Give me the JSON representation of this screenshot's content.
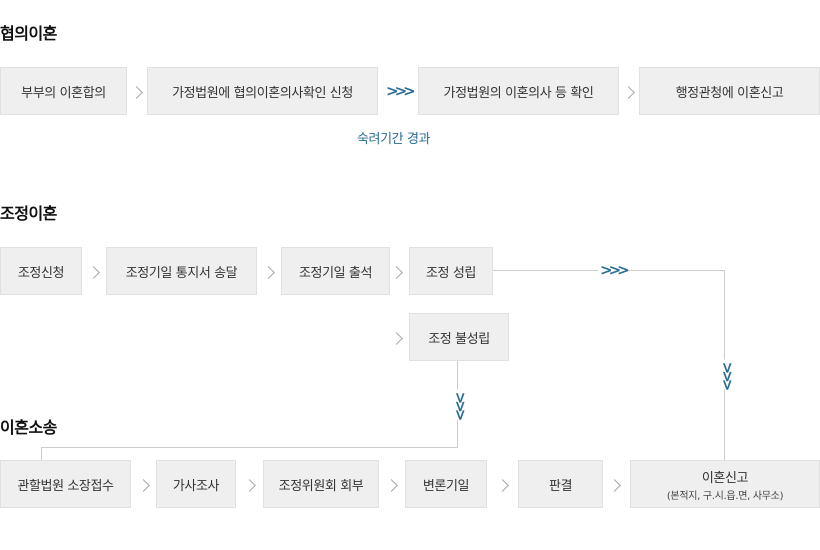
{
  "sections": {
    "agreement": {
      "title": "협의이혼",
      "steps": [
        "부부의 이혼합의",
        "가정법원에 협의이혼의사확인 신청",
        "가정법원의 이혼의사 등 확인",
        "행정관청에 이혼신고"
      ],
      "note": "숙려기간 경과"
    },
    "mediation": {
      "title": "조정이혼",
      "steps": [
        "조정신청",
        "조정기일 통지서 송달",
        "조정기일 출석",
        "조정 성립"
      ],
      "failure": "조정 불성립"
    },
    "litigation": {
      "title": "이혼소송",
      "steps": [
        "관할법원 소장접수",
        "가사조사",
        "조정위원회 회부",
        "변론기일",
        "판결"
      ],
      "final": {
        "label": "이혼신고",
        "sub": "(본적지, 구.시.읍.면, 사무소)"
      }
    }
  },
  "colors": {
    "accent": "#2a6d93",
    "box_bg": "#efefef",
    "connector": "#cccccc"
  },
  "icons": {
    "step_arrow": "chevron-right-icon",
    "flow_arrow": "triple-chevron-icon"
  }
}
